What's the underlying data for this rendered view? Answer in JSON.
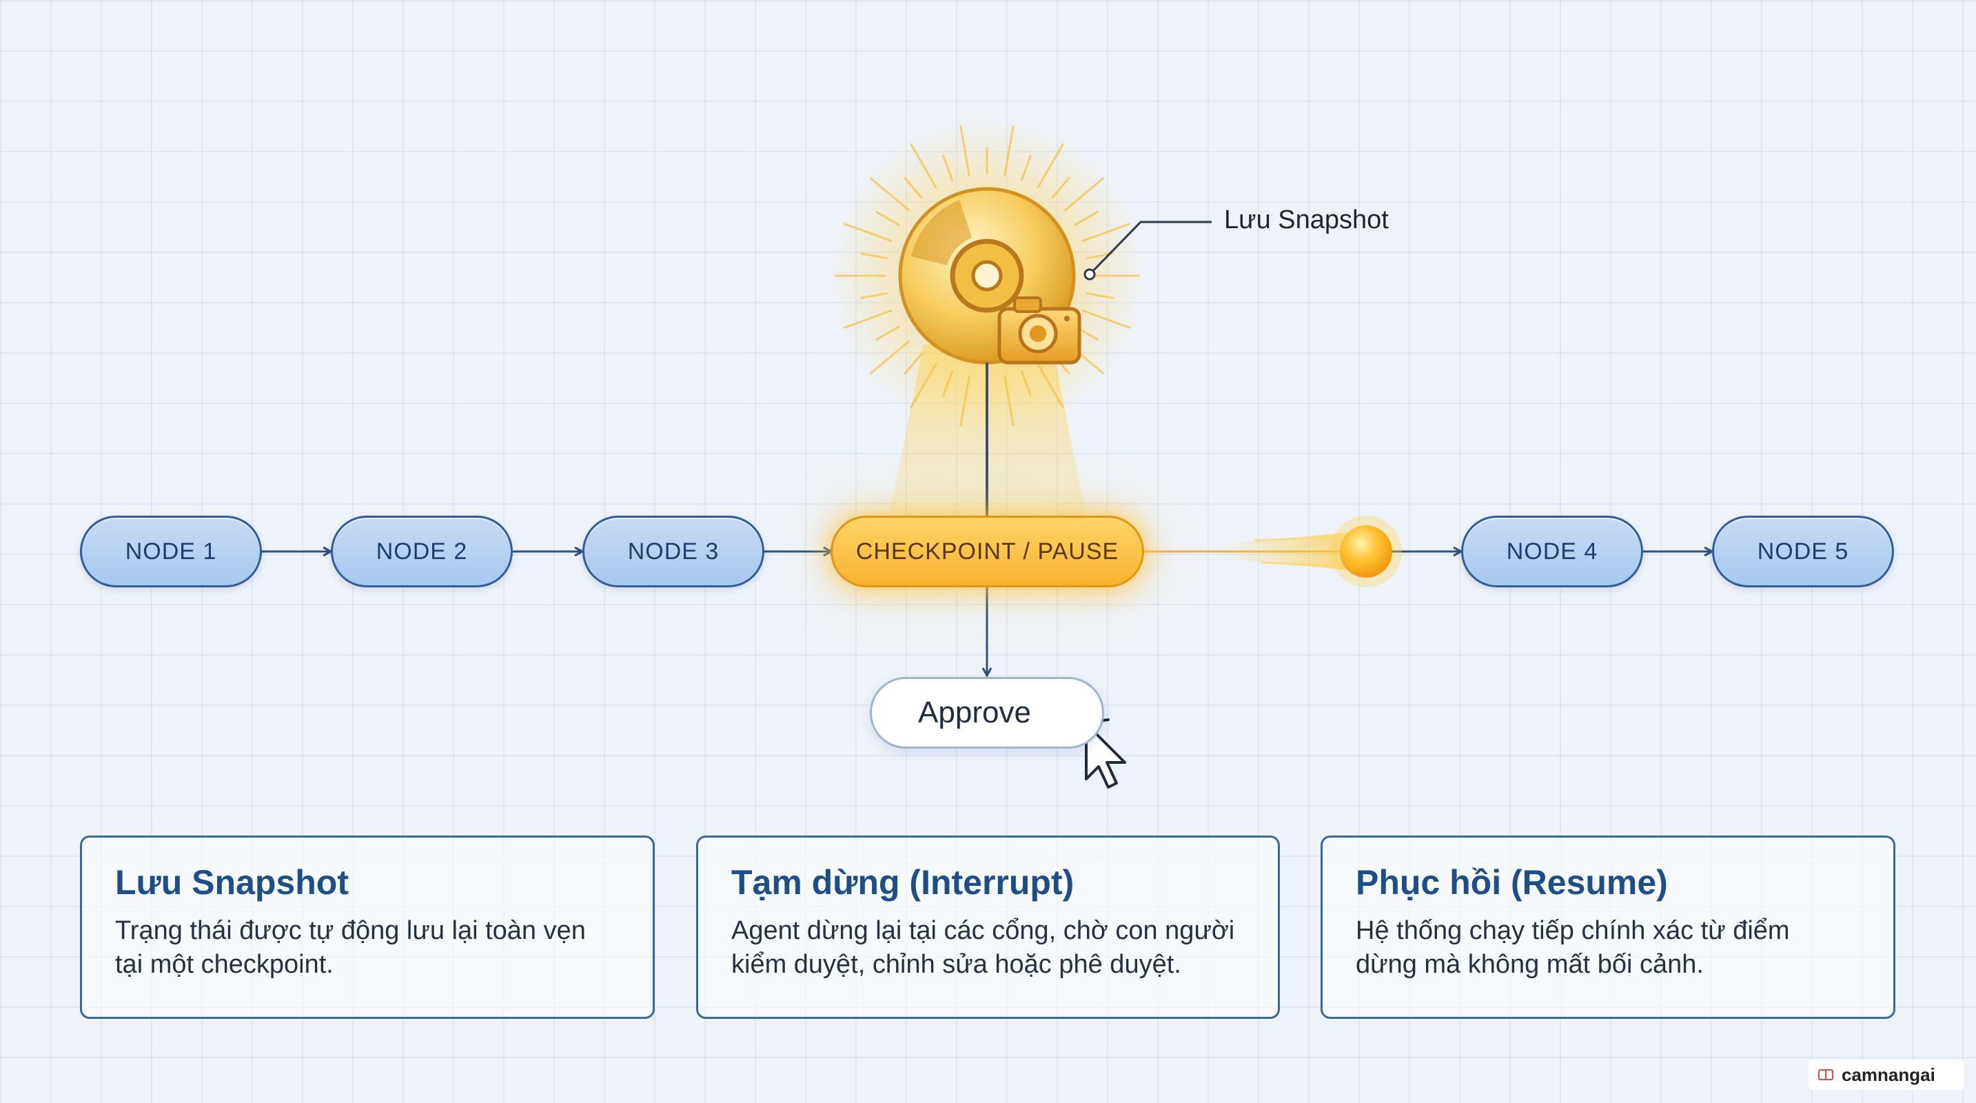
{
  "nodes": {
    "node1": "NODE 1",
    "node2": "NODE 2",
    "node3": "NODE 3",
    "checkpoint": "CHECKPOINT / PAUSE",
    "node4": "NODE 4",
    "node5": "NODE 5"
  },
  "approve_label": "Approve",
  "snapshot_callout": "Lưu Snapshot",
  "cards": [
    {
      "title": "Lưu Snapshot",
      "body_line1": "Trạng thái được tự động lưu lại toàn vẹn",
      "body_line2": "tại một checkpoint."
    },
    {
      "title": "Tạm dừng (Interrupt)",
      "body_line1": "Agent dừng lại tại các cổng, chờ con người",
      "body_line2": "kiểm duyệt, chỉnh sửa hoặc phê duyệt."
    },
    {
      "title": "Phục hồi (Resume)",
      "body_line1": "Hệ thống chạy tiếp chính xác từ điểm",
      "body_line2": "dừng mà không mất bối cảnh."
    }
  ],
  "watermark": "camnangai",
  "colors": {
    "node_blue": "#a8c8ee",
    "node_border": "#2f5d9c",
    "checkpoint_gold": "#f7b22d",
    "card_title": "#1d4e8a"
  },
  "icons": [
    "disc-icon",
    "camera-icon",
    "cursor-icon",
    "click-spark-icon",
    "glowing-orb-icon"
  ]
}
